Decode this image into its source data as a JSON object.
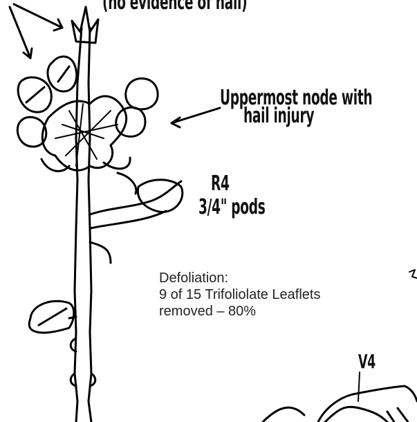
{
  "diagram": {
    "top_caption": "(no evidence of hail)",
    "node_label_line1": "Uppermost node with",
    "node_label_line2": "hail injury",
    "stage_label": "R4",
    "pod_label": "3/4\" pods",
    "v4_label": "V4",
    "defoliation": {
      "title": "Defoliation:",
      "line1": "9 of 15 Trifoliolate Leaflets",
      "line2": "removed – 80%"
    }
  }
}
